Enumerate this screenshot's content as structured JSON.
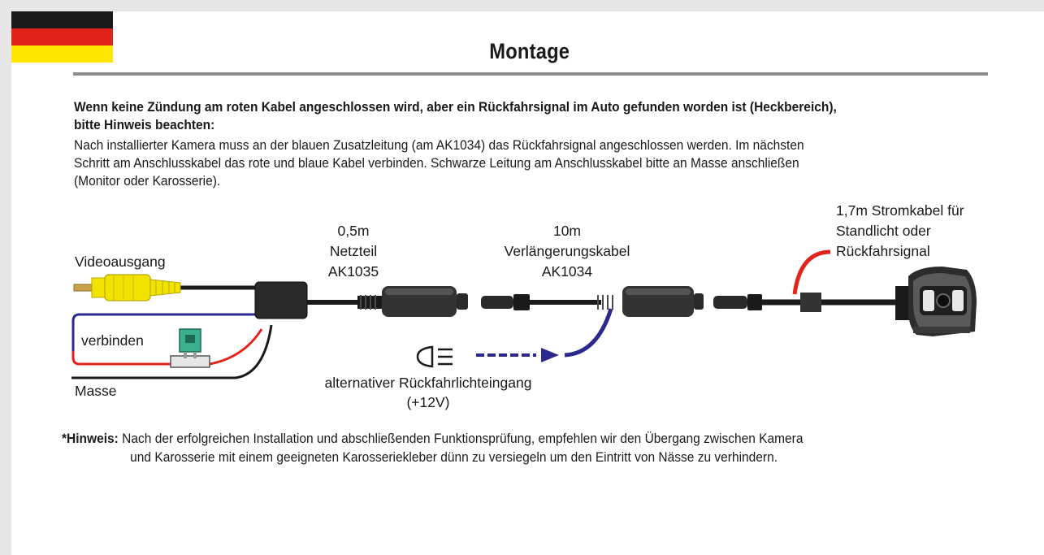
{
  "flag": {
    "colors": [
      "#1a1a1a",
      "#e2231a",
      "#ffe500"
    ]
  },
  "header": {
    "title": "Montage"
  },
  "intro": {
    "lead_line1": "Wenn keine Zündung am roten Kabel angeschlossen wird, aber ein Rückfahrsignal im Auto gefunden worden ist (Heckbereich),",
    "lead_line2": "bitte Hinweis beachten:",
    "body_line1": "Nach installierter Kamera muss an der blauen Zusatzleitung (am AK1034) das Rückfahrsignal angeschlossen werden. Im nächsten",
    "body_line2": "Schritt am Anschlusskabel das rote und blaue Kabel verbinden. Schwarze Leitung am Anschlusskabel bitte an Masse anschließen",
    "body_line3": "(Monitor oder Karosserie)."
  },
  "diagram": {
    "video_out": "Videoausgang",
    "connect": "verbinden",
    "ground": "Masse",
    "power_len": "0,5m",
    "power_name": "Netzteil",
    "power_code": "AK1035",
    "ext_len": "10m",
    "ext_name": "Verlängerungskabel",
    "ext_code": "AK1034",
    "cam_cable_1": "1,7m Stromkabel für",
    "cam_cable_2": "Standlicht oder",
    "cam_cable_3": "Rückfahrsignal",
    "reverse_1": "alternativer Rückfahrlichteingang",
    "reverse_2": "(+12V)",
    "icons": [
      "rca-plug-icon",
      "fuse-icon",
      "headlight-icon",
      "arrow-right-icon",
      "camera-icon"
    ],
    "colors": {
      "red": "#e2231a",
      "blue": "#2b2a8c",
      "yellow": "#f2e200",
      "black": "#1a1a1a",
      "fuse": "#3bb08f"
    }
  },
  "note": {
    "label": "*Hinweis:",
    "line1": "Nach der erfolgreichen Installation und abschließenden Funktionsprüfung, empfehlen wir den Übergang zwischen Kamera",
    "line2": "und Karosserie mit einem geeigneten Karosseriekleber dünn zu versiegeln um den Eintritt von Nässe zu verhindern."
  }
}
